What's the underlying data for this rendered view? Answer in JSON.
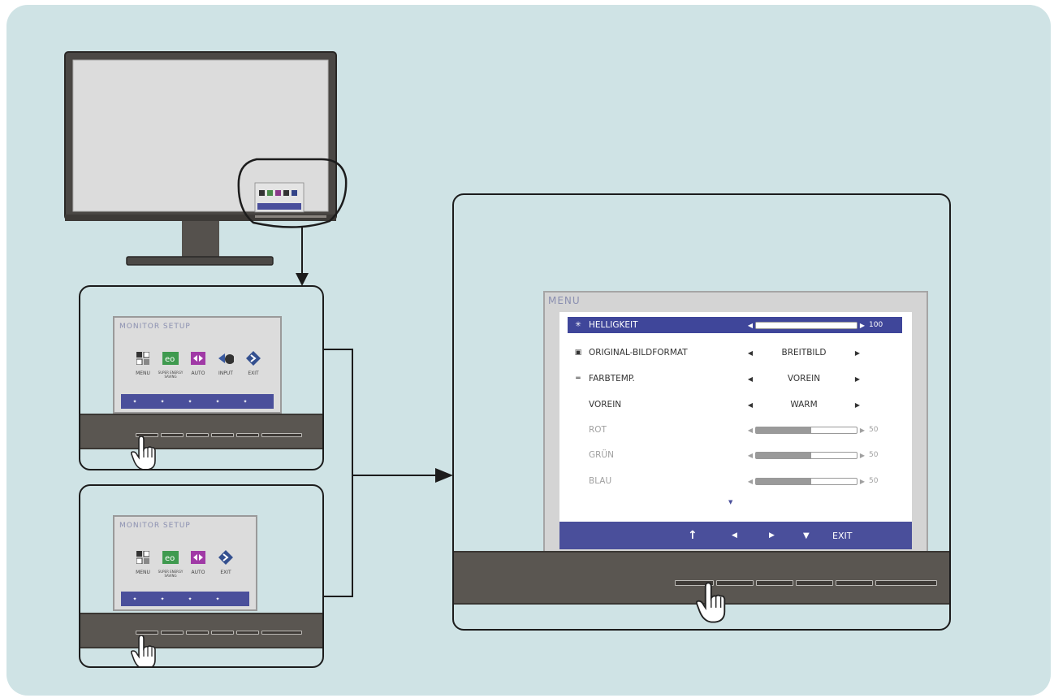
{
  "osd_small": {
    "title": "MONITOR SETUP",
    "items_top": [
      {
        "icon": "menu-icon",
        "label": "MENU"
      },
      {
        "icon": "super-energy-saving-icon",
        "label": "SUPER ENERGY SAVING"
      },
      {
        "icon": "auto-icon",
        "label": "AUTO"
      },
      {
        "icon": "input-icon",
        "label": "INPUT"
      },
      {
        "icon": "exit-icon",
        "label": "EXIT"
      }
    ],
    "items_bottom": [
      {
        "icon": "menu-icon",
        "label": "MENU"
      },
      {
        "icon": "super-energy-saving-icon",
        "label": "SUPER ENERGY SAVING"
      },
      {
        "icon": "auto-icon",
        "label": "AUTO"
      },
      {
        "icon": "exit-icon",
        "label": "EXIT"
      }
    ],
    "button_glyph": "✦"
  },
  "menu": {
    "title": "MENU",
    "rows": [
      {
        "label": "HELLIGKEIT",
        "type": "slider",
        "value": 100,
        "selected": true,
        "icon": "brightness-icon"
      },
      {
        "label": "ORIGINAL-BILDFORMAT",
        "type": "option",
        "value": "BREITBILD",
        "icon": "aspect-ratio-icon"
      },
      {
        "label": "FARBTEMP.",
        "type": "option",
        "value": "VOREIN",
        "icon": "color-temperature-icon"
      },
      {
        "label": "VOREIN",
        "type": "option",
        "value": "WARM"
      },
      {
        "label": "ROT",
        "type": "slider",
        "value": 50,
        "disabled": true
      },
      {
        "label": "GRÜN",
        "type": "slider",
        "value": 50,
        "disabled": true
      },
      {
        "label": "BLAU",
        "type": "slider",
        "value": 50,
        "disabled": true
      }
    ],
    "more_glyph": "▼",
    "nav": {
      "up": "↑",
      "left": "◀",
      "right": "▶",
      "down": "▼",
      "exit": "EXIT"
    }
  },
  "colors": {
    "background": "#cfe3e5",
    "osd_bar": "#4a4f9b",
    "bezel": "#5a5651",
    "selected_row": "#3f469a"
  }
}
